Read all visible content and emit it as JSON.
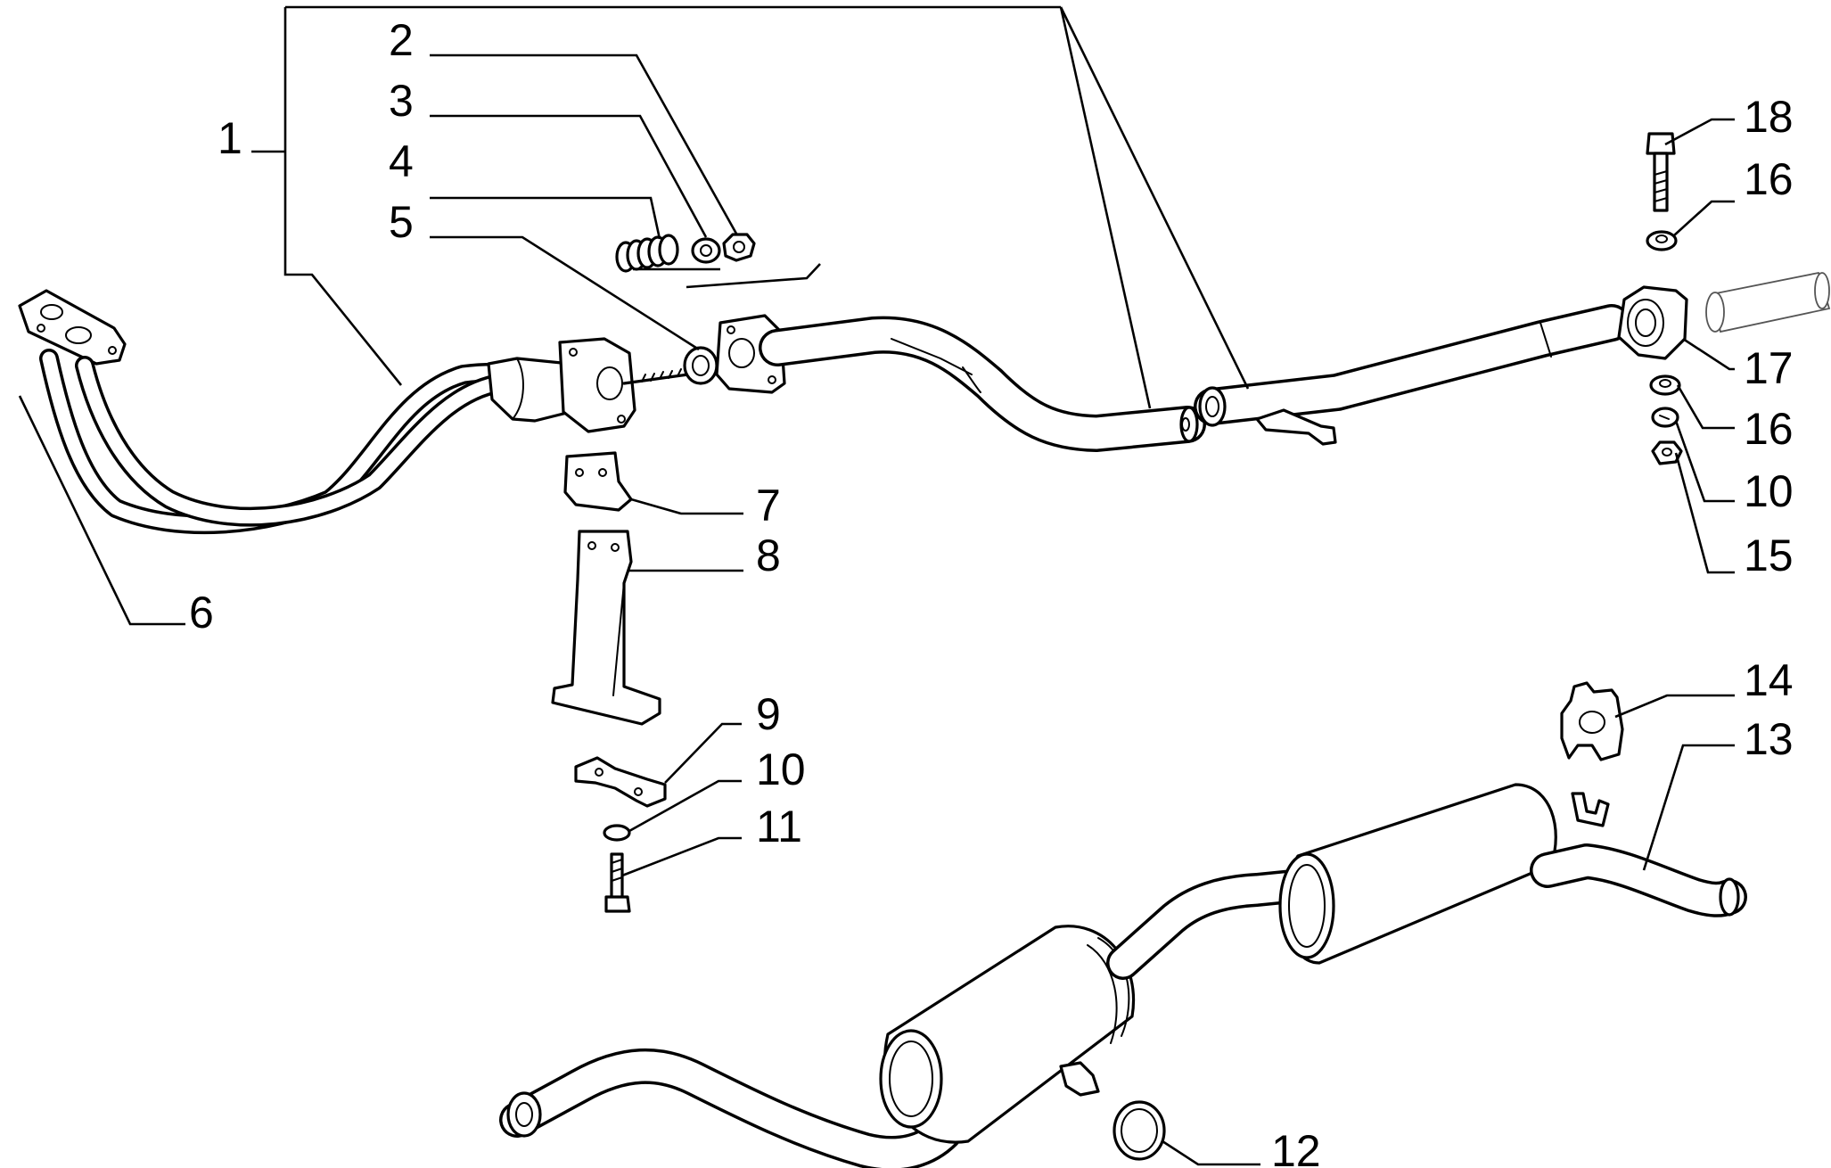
{
  "callouts": {
    "c1": "1",
    "c2": "2",
    "c3": "3",
    "c4": "4",
    "c5": "5",
    "c6": "6",
    "c7": "7",
    "c8": "8",
    "c9": "9",
    "c10a": "10",
    "c11": "11",
    "c12": "12",
    "c13": "13",
    "c14": "14",
    "c15": "15",
    "c10b": "10",
    "c16a": "16",
    "c16b": "16",
    "c17": "17",
    "c18": "18"
  },
  "icons": [
    "exhaust-system-exploded-view"
  ],
  "colors": {
    "line": "#000000",
    "background": "#ffffff"
  }
}
